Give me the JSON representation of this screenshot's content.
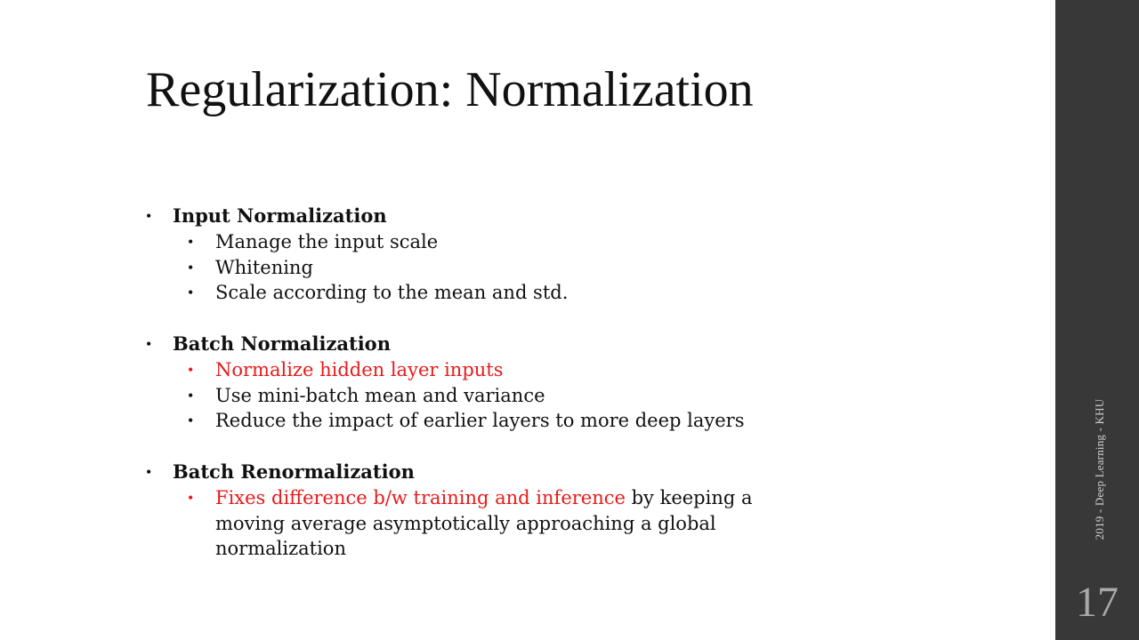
{
  "slide": {
    "title": "Regularization: Normalization",
    "footer": "2019 - Deep Learning - KHU",
    "page_number": "17"
  },
  "bullet_char": "•",
  "sections": [
    {
      "heading": "Input Normalization",
      "items": [
        "Manage the input scale",
        "Whitening",
        "Scale according to the mean and std."
      ]
    },
    {
      "heading": "Batch Normalization",
      "items": [
        "Normalize hidden layer inputs",
        "Use mini-batch mean and variance",
        "Reduce the impact of earlier layers to more deep layers"
      ]
    },
    {
      "heading": "Batch Renormalization",
      "items": [
        {
          "highlight": "Fixes difference b/w training and inference",
          "rest": " by keeping a moving average asymptotically approaching a global normalization"
        }
      ]
    }
  ],
  "colors": {
    "text": "#111111",
    "highlight": "#e81a1a",
    "sidebar": "#383838",
    "page_number": "#a9a9a9",
    "footer": "#cfcfcf"
  }
}
